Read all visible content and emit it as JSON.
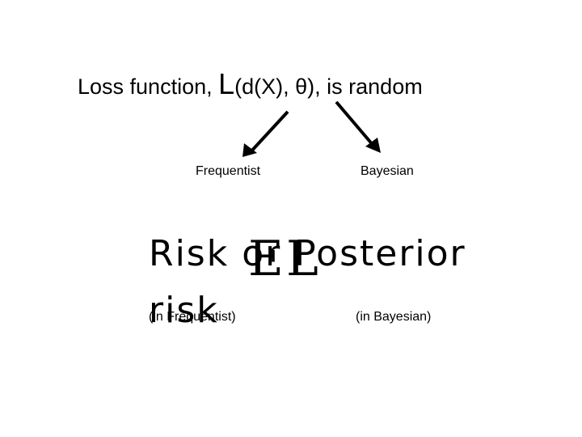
{
  "title": {
    "prefix": "Loss function, ",
    "L": "L",
    "suffix": "(d(X), θ), is random"
  },
  "branches": {
    "left": "Frequentist",
    "right": "Bayesian"
  },
  "risk": {
    "line1": "Risk  or  Posterior",
    "line2": "risk",
    "E": "E",
    "L": "L",
    "left_note": "(in Frequentist)",
    "right_note": "(in Bayesian)"
  }
}
